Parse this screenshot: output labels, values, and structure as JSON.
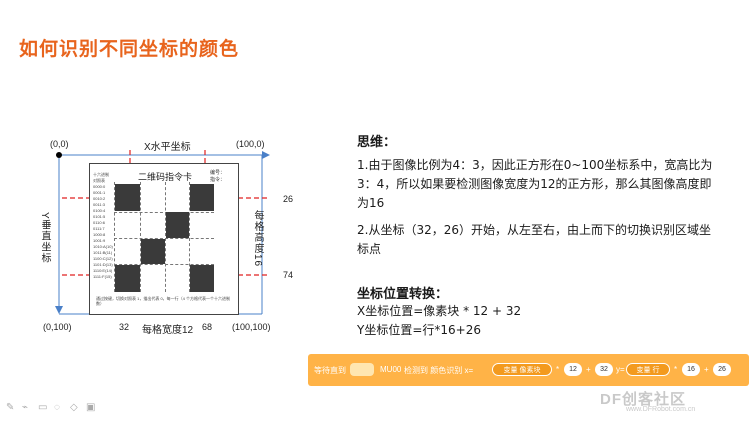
{
  "slide": {
    "title": "如何识别不同坐标的颜色"
  },
  "diagram": {
    "origin": "(0,0)",
    "top_right": "(100,0)",
    "bottom_left": "(0,100)",
    "bottom_right": "(100,100)",
    "x_axis_label": "X水平坐标",
    "y_axis_label": "Y垂直坐标",
    "cell_width_label": "每格宽度12",
    "cell_height_label": "每格高度16",
    "mark_26": "26",
    "mark_74": "74",
    "mark_32": "32",
    "mark_68": "68",
    "card_title": "二维码指令卡",
    "card_meta": "编号：\n指令：",
    "card_left": "十六进制\n对照表\n0000:0\n0001:1\n0010:2\n0011:3\n0100:4\n0101:5\n0110:6\n0111:7\n1000:8\n1001:9\n1010:A(10)\n1011:B(11)\n1100:C(12)\n1101:D(13)\n1110:E(14)\n1111:F(15)",
    "card_foot": "通过按键，切换对照表 1，描出代表 0，每一行（4 个方格代表一个十六进制数）"
  },
  "thinking": {
    "heading": "思维：",
    "p1": "1.由于图像比例为4：3，因此正方形在0~100坐标系中，宽高比为3：4，所以如果要检测图像宽度为12的正方形，那么其图像高度即为16",
    "p2": "2.从坐标（32，26）开始，从左至右，由上而下的切换识别区域坐标点"
  },
  "conversion": {
    "heading": "坐标位置转换：",
    "x_formula": "X坐标位置=像素块 * 12 + 32",
    "y_formula": "Y坐标位置=行*16+26"
  },
  "block": {
    "wait_label": "等待直到",
    "sensor": "MU00",
    "detect_label": "检测到 颜色识别 x=",
    "var_pixel": "变量 像素块",
    "op1": "*",
    "n12": "12",
    "plus1": "+",
    "n32": "32",
    "y_label": "y=",
    "var_row": "变量 行",
    "op2": "*",
    "n16": "16",
    "plus2": "+",
    "n26": "26"
  },
  "watermark": {
    "brand": "DF创客社区",
    "url": "www.DFRobot.com.cn"
  },
  "colors": {
    "title": "#e8641d",
    "red_guides": "#e02020",
    "blue_axes": "#4a80c8",
    "block_bg": "#ffb347",
    "pill": "#f39a1e"
  }
}
